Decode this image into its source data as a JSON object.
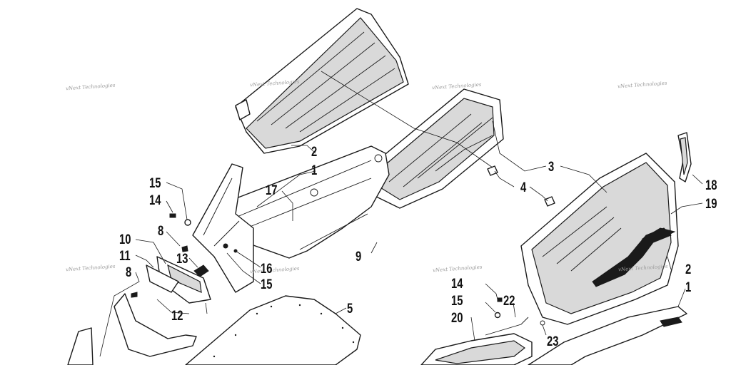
{
  "watermark": "vNext Technologies",
  "callouts": [
    {
      "id": "c1a",
      "label": "1"
    },
    {
      "id": "c1b",
      "label": "1"
    },
    {
      "id": "c2a",
      "label": "2"
    },
    {
      "id": "c2b",
      "label": "2"
    },
    {
      "id": "c3",
      "label": "3"
    },
    {
      "id": "c4",
      "label": "4"
    },
    {
      "id": "c5",
      "label": "5"
    },
    {
      "id": "c8a",
      "label": "8"
    },
    {
      "id": "c8b",
      "label": "8"
    },
    {
      "id": "c9",
      "label": "9"
    },
    {
      "id": "c10",
      "label": "10"
    },
    {
      "id": "c11",
      "label": "11"
    },
    {
      "id": "c12",
      "label": "12"
    },
    {
      "id": "c13",
      "label": "13"
    },
    {
      "id": "c14a",
      "label": "14"
    },
    {
      "id": "c14b",
      "label": "14"
    },
    {
      "id": "c15a",
      "label": "15"
    },
    {
      "id": "c15b",
      "label": "15"
    },
    {
      "id": "c15c",
      "label": "15"
    },
    {
      "id": "c16",
      "label": "16"
    },
    {
      "id": "c17",
      "label": "17"
    },
    {
      "id": "c18",
      "label": "18"
    },
    {
      "id": "c19",
      "label": "19"
    },
    {
      "id": "c20",
      "label": "20"
    },
    {
      "id": "c22",
      "label": "22"
    },
    {
      "id": "c23",
      "label": "23"
    }
  ]
}
